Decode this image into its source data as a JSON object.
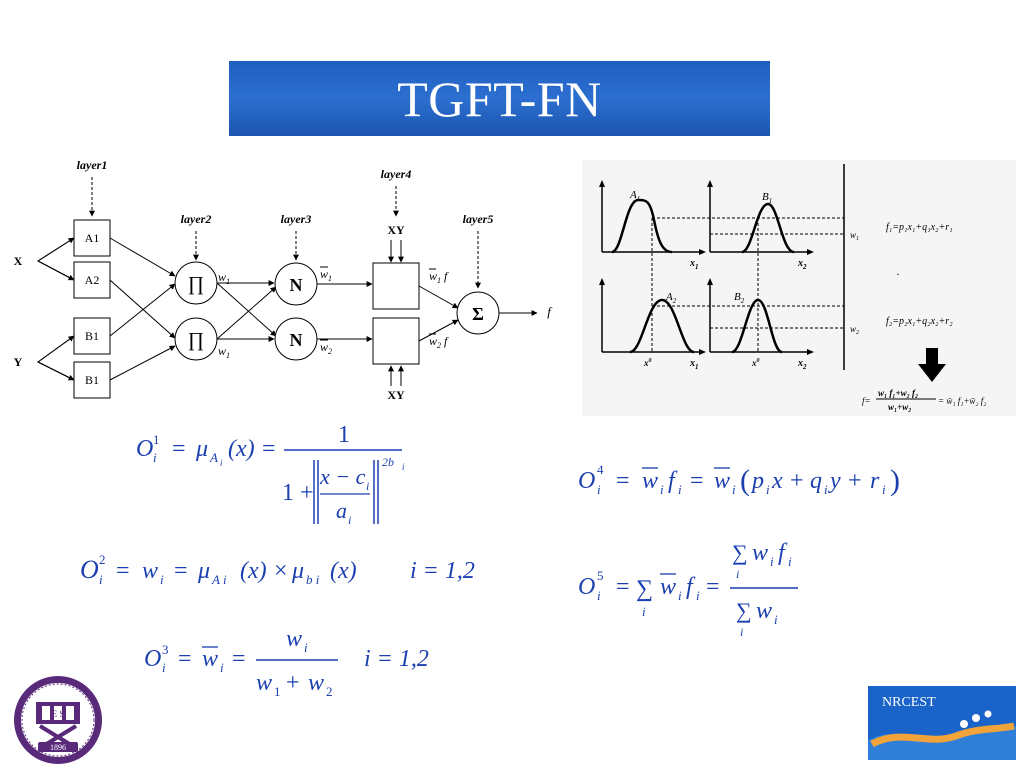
{
  "slide": {
    "title": "TGFT-FN"
  },
  "network": {
    "layers": [
      "layer1",
      "layer2",
      "layer3",
      "layer4",
      "layer5"
    ],
    "inputs": [
      "X",
      "Y"
    ],
    "mf_nodes": [
      "A1",
      "A2",
      "B1",
      "B1"
    ],
    "product_symbol": "∏",
    "norm_symbol": "N",
    "sum_symbol": "Σ",
    "w": "w",
    "w_sub1": "1",
    "w_sub2": "2",
    "f": "f",
    "xy": "XY",
    "output": "f"
  },
  "mf_plot": {
    "labels": {
      "A1": "A",
      "A2": "A",
      "B1": "B",
      "B2": "B",
      "sub1": "1",
      "sub2": "2",
      "x1": "x",
      "x2": "x",
      "x1_0": "x",
      "sup0": "0",
      "w1": "w",
      "w2": "w",
      "f1_rule": "f₁=p₁x₁+q₁x₂+r₁",
      "f2_rule": "f₂=p₂x₁+q₂x₂+r₂",
      "dot": "·",
      "output_eq_lhs": "f=",
      "output_num": "w₁ f₁+w₂ f₂",
      "output_den": "w₁+w₂",
      "output_rhs": "= w̄₁ f₁+w̄₂ f₂"
    }
  },
  "equations": {
    "O": "O",
    "eq_eq": "=",
    "mu": "μ",
    "one": "1",
    "x_paren": "(x)",
    "one_plus": "1 +",
    "x_minus_c": "x − c",
    "a": "a",
    "twob": "2b",
    "times": "×",
    "i12": "i = 1,2",
    "p": "p",
    "x": "x",
    "q": "q",
    "y": "y",
    "r": "r",
    "sum": "∑",
    "plus": "+",
    "i_sub": "i"
  },
  "logos": {
    "left_year": "1896",
    "left_letters": "E S",
    "right_text": "NRCEST"
  },
  "colors": {
    "title_bg": "#2463c8",
    "eq_blue": "#1a3fb0",
    "nrcest_bg": "#1a63c8"
  }
}
